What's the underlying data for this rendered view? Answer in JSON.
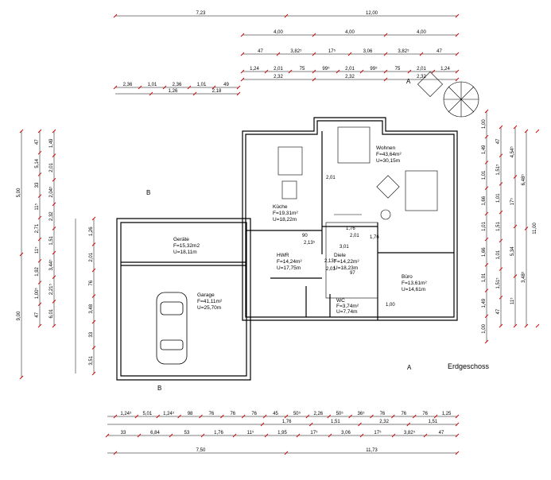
{
  "drawing_title": "Erdgeschoss",
  "section_marks": {
    "a_top": "A",
    "a_bottom": "A",
    "b_top": "B",
    "b_bottom": "B"
  },
  "rooms": {
    "wohnen": {
      "name": "Wohnen",
      "area": "F=43,64m²",
      "perimeter": "U=30,15m"
    },
    "kueche": {
      "name": "Küche",
      "area": "F=19,31m²",
      "perimeter": "U=18,22m"
    },
    "geraete": {
      "name": "Geräte",
      "area": "F=15,32m2",
      "perimeter": "U=18,11m"
    },
    "garage": {
      "name": "Garage",
      "area": "F=41,11m²",
      "perimeter": "U=25,70m"
    },
    "hwr": {
      "name": "HWR",
      "area": "F=14,24m²",
      "perimeter": "U=17,75m"
    },
    "diele": {
      "name": "Diele",
      "area": "F=14,22m²",
      "perimeter": "U=18,23m"
    },
    "buero": {
      "name": "Büro",
      "area": "F=13,61m²",
      "perimeter": "U=14,61m"
    },
    "wc": {
      "name": "WC",
      "area": "F=3,74m²",
      "perimeter": "U=7,74m"
    }
  },
  "dims_top": {
    "row1": [
      "7,23",
      "12,00"
    ],
    "row2": [
      "4,00",
      "4,00",
      "4,00"
    ],
    "row3": [
      "47",
      "3,82⁵",
      "17⁵",
      "3,06",
      "3,82⁵",
      "47"
    ],
    "row4": [
      "1,24",
      "2,01",
      "75",
      "99⁵",
      "2,01",
      "99⁵",
      "75",
      "2,01",
      "1,24"
    ],
    "row5": [
      "2,32",
      "2,32",
      "2,32"
    ],
    "row6": [
      "2,36",
      "1,01",
      "2,36",
      "1,01",
      "49"
    ],
    "row7": [
      "1,26",
      "2,18"
    ]
  },
  "dims_bottom": {
    "row1": [
      "1,24⁵",
      "5,01",
      "1,24⁵",
      "98",
      "76",
      "76",
      "76",
      "45",
      "50⁵",
      "2,26",
      "50⁵",
      "36⁵",
      "76",
      "76",
      "76",
      "1,25"
    ],
    "row2": [
      "1,76",
      "1,51",
      "2,32",
      "1,51"
    ],
    "row3": [
      "33",
      "6,84",
      "53",
      "1,76",
      "11⁵",
      "1,95",
      "17⁵",
      "3,06",
      "17⁵",
      "3,82⁵",
      "47"
    ],
    "row4": [
      "7,50",
      "11,73"
    ]
  },
  "dims_left": {
    "outer": [
      "5,00",
      "9,00"
    ],
    "col2": [
      "47",
      "5,14",
      "33",
      "11⁵",
      "2,71",
      "11⁵",
      "1,92",
      "1,00⁵",
      "47"
    ],
    "col3": [
      "1,49",
      "2,01",
      "2,04⁵",
      "2,32",
      "1,51",
      "3,44⁵",
      "2,21⁵",
      "6,01"
    ],
    "col4": [
      "1,26",
      "2,01",
      "76",
      "3,48",
      "33",
      "3,51"
    ]
  },
  "dims_right": {
    "col1": [
      "1,00",
      "1,49",
      "1,01",
      "1,66",
      "1,01",
      "1,66",
      "1,01",
      "1,49",
      "1,00"
    ],
    "col2": [
      "47",
      "1,51⁵",
      "1,01",
      "1,51",
      "1,01",
      "1,51⁵",
      "47"
    ],
    "col3": [
      "4,54⁵",
      "17⁵",
      "5,34",
      "11⁵"
    ],
    "col4": [
      "6,48⁵",
      "3,48⁵"
    ],
    "col5": [
      "11,00"
    ]
  },
  "interior_dims": [
    "2,01",
    "90",
    "2,13⁵",
    "1,76",
    "2,01",
    "1,76",
    "3,01",
    "2,13⁵",
    "2,01",
    "97",
    "1,00"
  ]
}
